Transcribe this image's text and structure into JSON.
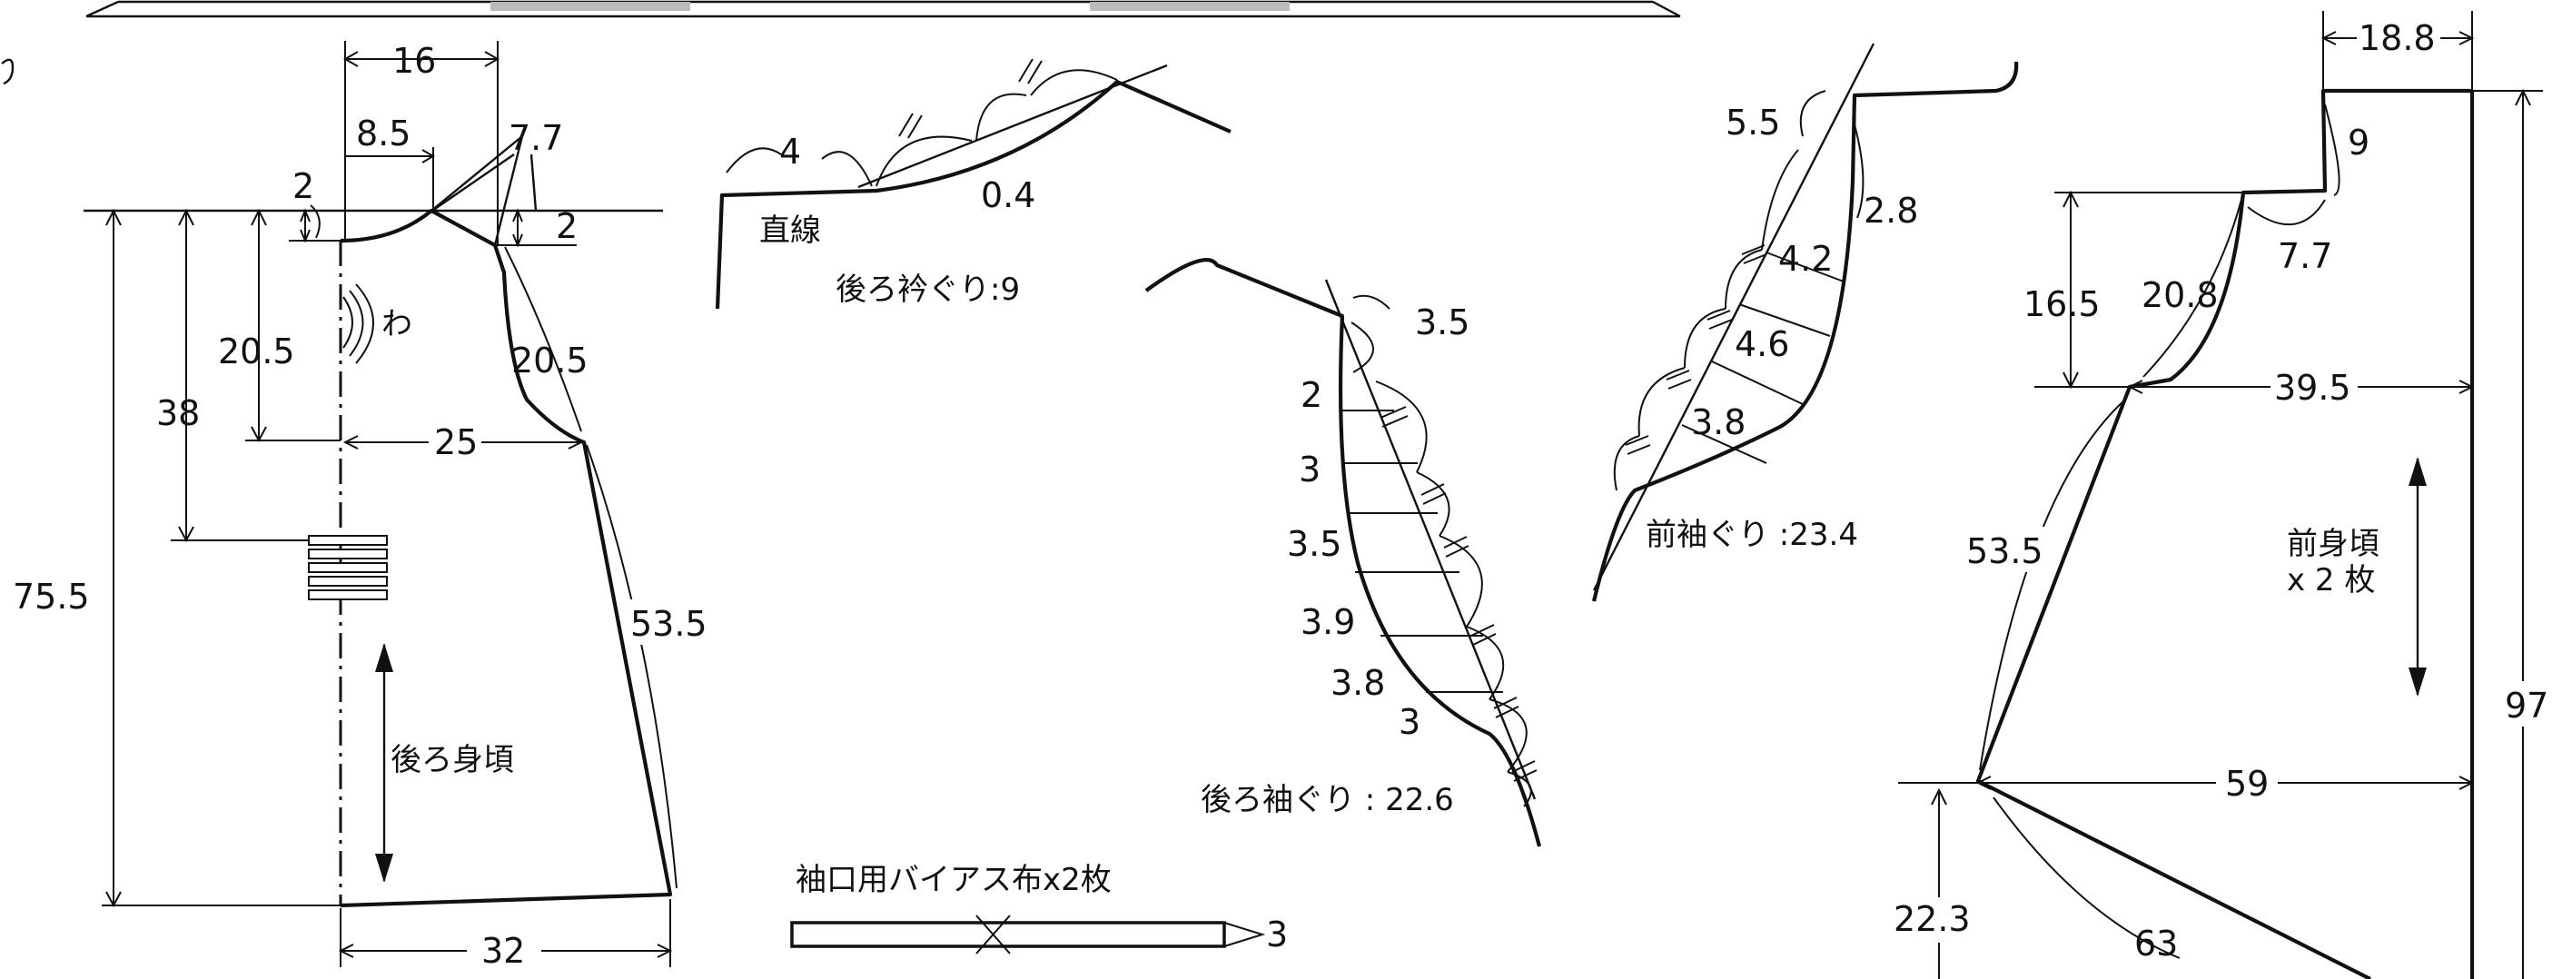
{
  "back_bodice": {
    "label": "後ろ身頃",
    "fold_mark": "わ",
    "dims": {
      "neck_width": "16",
      "neck_inner": "8.5",
      "shoulder": "7.7",
      "drop_left": "2",
      "drop_right": "2",
      "armhole_depth": "20.5",
      "armhole_curve": "20.5",
      "chest": "25",
      "button_pos": "38",
      "length": "75.5",
      "side": "53.5",
      "hem": "32"
    }
  },
  "back_neckline_detail": {
    "caption": "後ろ衿ぐり:9",
    "straight_label": "直線",
    "dims": {
      "straight": "4",
      "gap": "0.4"
    }
  },
  "back_armhole_detail": {
    "caption": "後ろ袖ぐり : 22.6",
    "dims": [
      "3.5",
      "2",
      "3",
      "3.5",
      "3.9",
      "3.8",
      "3"
    ]
  },
  "front_armhole_detail": {
    "caption": "前袖ぐり :23.4",
    "dims": [
      "5.5",
      "2.8",
      "4.2",
      "4.6",
      "3.8"
    ]
  },
  "front_bodice": {
    "label_line1": "前身頃",
    "label_line2": "x 2 枚",
    "dims": {
      "neck_width": "18.8",
      "neck_depth": "9",
      "shoulder": "7.7",
      "armhole_curve": "20.8",
      "armhole_depth": "16.5",
      "chest": "39.5",
      "side_upper": "53.5",
      "width": "59",
      "length": "97",
      "side_lower": "63",
      "drop": "22.3"
    }
  },
  "bias_strip": {
    "label": "袖口用バイアス布x2枚",
    "width": "3"
  }
}
